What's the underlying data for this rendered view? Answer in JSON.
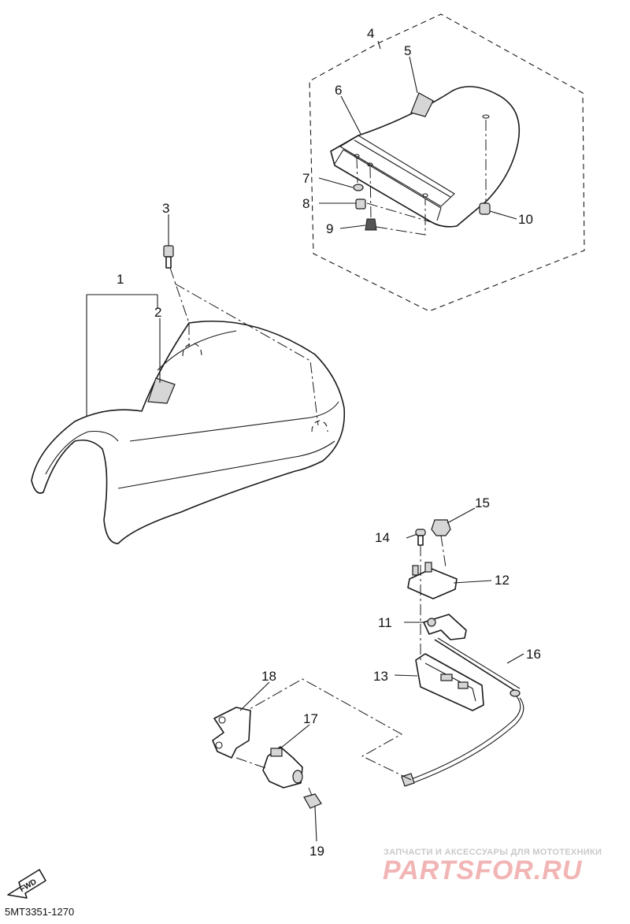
{
  "callouts": {
    "c1": "1",
    "c2": "2",
    "c3": "3",
    "c4": "4",
    "c5": "5",
    "c6": "6",
    "c7": "7",
    "c8": "8",
    "c9": "9",
    "c10": "10",
    "c11": "11",
    "c12": "12",
    "c13": "13",
    "c14": "14",
    "c15": "15",
    "c16": "16",
    "c17": "17",
    "c18": "18",
    "c19": "19"
  },
  "fwd_label": "FWD",
  "diagram_code": "5MT3351-1270",
  "watermark": {
    "subtitle": "ЗАПЧАСТИ И АКСЕССУАРЫ ДЛЯ МОТОТЕХНИКИ",
    "brand": "PARTSFOR.RU"
  },
  "colors": {
    "line": "#1a1a1a",
    "watermark_brand": "#f2b5b5",
    "watermark_sub": "#c9c9c9"
  }
}
